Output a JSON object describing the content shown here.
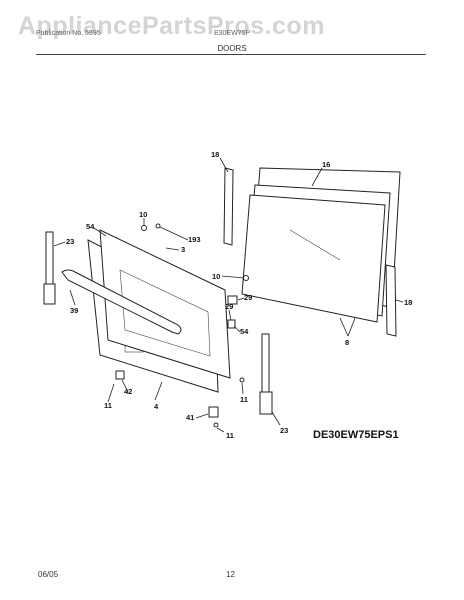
{
  "watermark": "AppliancePartsPros.com",
  "header": {
    "left_text": "Publication No. 5995",
    "model_text": "E30EW75P",
    "section_title": "DOORS"
  },
  "model_code": "DE30EW75EPS1",
  "footer": {
    "date": "06/05",
    "page": "12"
  },
  "callouts": {
    "c18a": "18",
    "c16": "16",
    "c10a": "10",
    "c193": "193",
    "c54a": "54",
    "c3": "3",
    "c23a": "23",
    "c10b": "10",
    "c29a": "29",
    "c18b": "18",
    "c39": "39",
    "c29b": "29",
    "c54b": "54",
    "c8": "8",
    "c11a": "11",
    "c42": "42",
    "c11b": "11",
    "c4": "4",
    "c41": "41",
    "c23b": "23",
    "c11c": "11"
  }
}
